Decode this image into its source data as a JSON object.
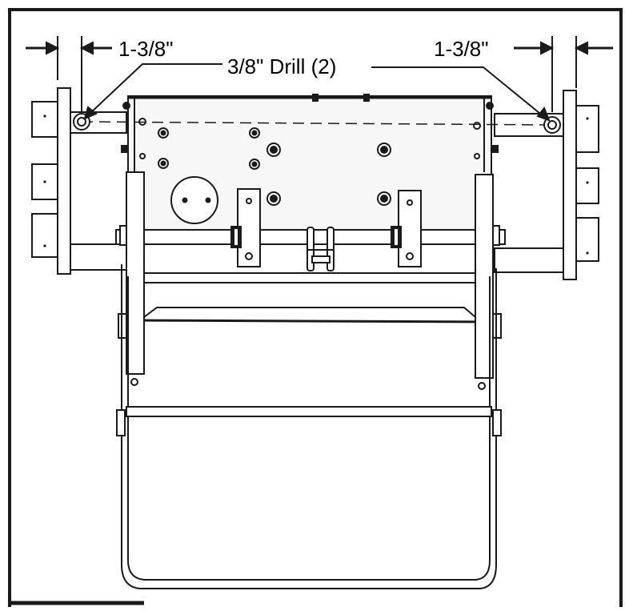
{
  "labels": {
    "left_dimension": "1-3/8\"",
    "right_dimension": "1-3/8\"",
    "drill_callout": "3/8\" Drill (2)"
  },
  "colors": {
    "line": "#1a1a1a",
    "panel_fill": "#f7f7f7",
    "background": "#ffffff"
  }
}
